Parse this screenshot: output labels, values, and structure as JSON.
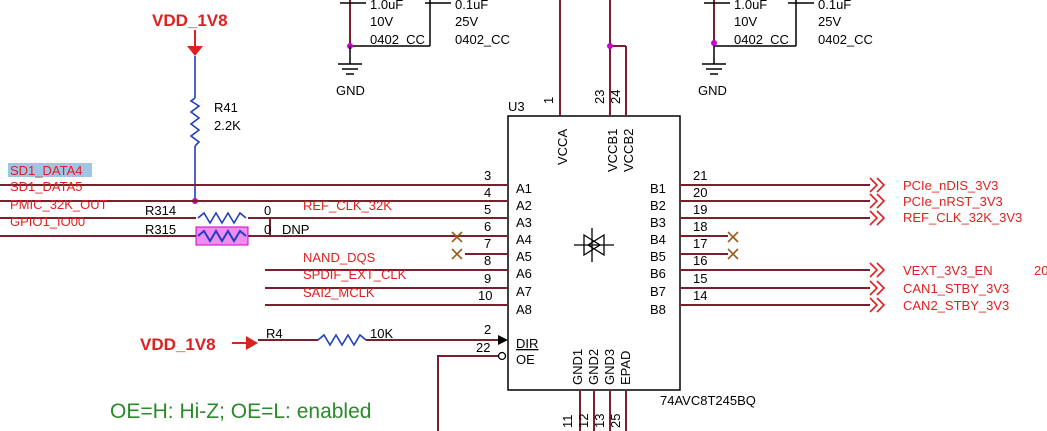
{
  "power": {
    "top_rail": "VDD_1V8",
    "dir_rail": "VDD_1V8"
  },
  "caps_left": {
    "c1_value": "1.0uF",
    "c1_volt": "10V",
    "c1_pkg": "0402_CC",
    "c2_value": "0.1uF",
    "c2_volt": "25V",
    "c2_pkg": "0402_CC"
  },
  "caps_right": {
    "c1_value": "1.0uF",
    "c1_volt": "10V",
    "c1_pkg": "0402_CC",
    "c2_value": "0.1uF",
    "c2_volt": "25V",
    "c2_pkg": "0402_CC"
  },
  "gnd_left": "GND",
  "gnd_right": "GND",
  "resistors": {
    "r41": {
      "ref": "R41",
      "value": "2.2K"
    },
    "r314": {
      "ref": "R314",
      "value": "0"
    },
    "r315": {
      "ref": "R315",
      "value": "0",
      "note": "DNP"
    },
    "r4": {
      "ref": "R4",
      "value": "10K"
    }
  },
  "ic": {
    "ref": "U3",
    "part": "74AVC8T245BQ",
    "left_pins": [
      {
        "num": "3",
        "name": "A1"
      },
      {
        "num": "4",
        "name": "A2"
      },
      {
        "num": "5",
        "name": "A3"
      },
      {
        "num": "6",
        "name": "A4"
      },
      {
        "num": "7",
        "name": "A5"
      },
      {
        "num": "8",
        "name": "A6"
      },
      {
        "num": "9",
        "name": "A7"
      },
      {
        "num": "10",
        "name": "A8"
      }
    ],
    "right_pins": [
      {
        "num": "21",
        "name": "B1"
      },
      {
        "num": "20",
        "name": "B2"
      },
      {
        "num": "19",
        "name": "B3"
      },
      {
        "num": "18",
        "name": "B4"
      },
      {
        "num": "17",
        "name": "B5"
      },
      {
        "num": "16",
        "name": "B6"
      },
      {
        "num": "15",
        "name": "B7"
      },
      {
        "num": "14",
        "name": "B8"
      }
    ],
    "top_pins": [
      {
        "num": "1",
        "name": "VCCA"
      },
      {
        "num": "23",
        "name": "VCCB1"
      },
      {
        "num": "24",
        "name": "VCCB2"
      }
    ],
    "bottom_pins": [
      {
        "num": "11",
        "name": "GND1"
      },
      {
        "num": "12",
        "name": "GND2"
      },
      {
        "num": "13",
        "name": "GND3"
      },
      {
        "num": "25",
        "name": "EPAD"
      }
    ],
    "dir_pin": {
      "num": "2",
      "name": "DIR"
    },
    "oe_pin": {
      "num": "22",
      "name": "OE"
    }
  },
  "left_nets": [
    "SD1_DATA4",
    "SD1_DATA5",
    "PMIC_32K_OUT",
    "GPIO1_IO00"
  ],
  "mid_nets": {
    "ref_clk": "REF_CLK_32K",
    "nand_dqs": "NAND_DQS",
    "spdif": "SPDIF_EXT_CLK",
    "sai2": "SAI2_MCLK"
  },
  "right_nets": [
    "PCIe_nDIS_3V3",
    "PCIe_nRST_3V3",
    "REF_CLK_32K_3V3",
    "VEXT_3V3_EN",
    "CAN1_STBY_3V3",
    "CAN2_STBY_3V3"
  ],
  "right_edge_text": "20",
  "note": "OE=H: Hi-Z; OE=L: enabled"
}
